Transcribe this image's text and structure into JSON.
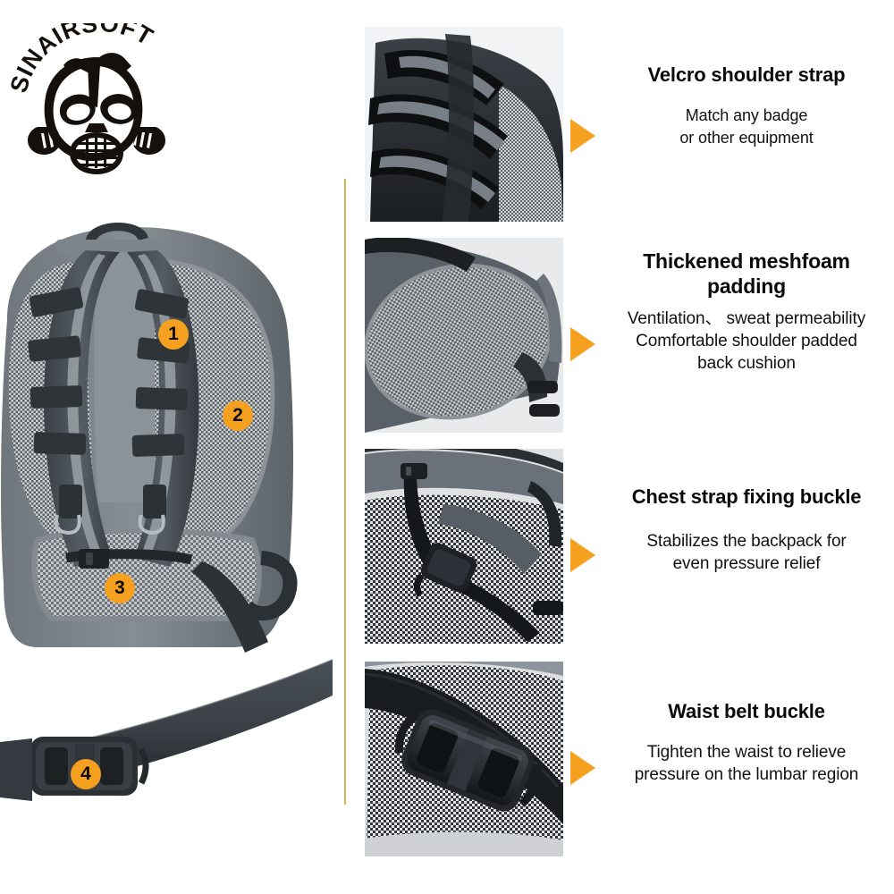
{
  "brand": {
    "name": "SINAIRSOFT",
    "logo_icon": "gas-mask-skull-icon"
  },
  "hero": {
    "alt": "backpack-back-panel-photo",
    "badges": [
      {
        "number": "1",
        "refers_to": "Velcro shoulder strap"
      },
      {
        "number": "2",
        "refers_to": "Thickened meshfoam padding"
      },
      {
        "number": "3",
        "refers_to": "Chest strap fixing buckle"
      },
      {
        "number": "4",
        "refers_to": "Waist belt buckle"
      }
    ]
  },
  "features": [
    {
      "index": "1",
      "thumb_alt": "velcro-shoulder-strap-photo",
      "arrow_icon": "triangle-right-icon",
      "title": "Velcro shoulder strap",
      "desc": "Match any badge\nor other equipment"
    },
    {
      "index": "2",
      "thumb_alt": "meshfoam-padding-photo",
      "arrow_icon": "triangle-right-icon",
      "title": "Thickened meshfoam\npadding",
      "desc": "Ventilation、 sweat permeability\nComfortable shoulder padded\nback cushion"
    },
    {
      "index": "3",
      "thumb_alt": "chest-strap-buckle-photo",
      "arrow_icon": "triangle-right-icon",
      "title": "Chest strap fixing buckle",
      "desc": "Stabilizes the backpack for\neven pressure relief"
    },
    {
      "index": "4",
      "thumb_alt": "waist-belt-buckle-photo",
      "arrow_icon": "triangle-right-icon",
      "title": "Waist belt buckle",
      "desc": "Tighten the waist to relieve\npressure on the lumbar region"
    }
  ],
  "colors": {
    "accent_orange": "#F5A01E",
    "divider_gold": "#D8B550",
    "background": "#FFFFFF",
    "text": "#0A0A0A",
    "strap_dark": "#4A5057",
    "mesh_grey": "#B9BDC1"
  }
}
